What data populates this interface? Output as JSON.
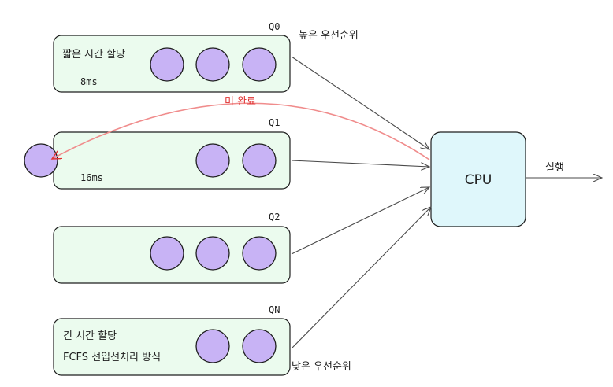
{
  "queues": [
    {
      "id": "Q0",
      "text_line1": "짧은 시간 할당",
      "text_line2": "8ms",
      "priority": "높은 우선순위",
      "process_count": 3
    },
    {
      "id": "Q1",
      "text_line1": "",
      "text_line2": "16ms",
      "priority": "",
      "process_count": 2
    },
    {
      "id": "Q2",
      "text_line1": "",
      "text_line2": "",
      "priority": "",
      "process_count": 3
    },
    {
      "id": "QN",
      "text_line1": "긴 시간 할당",
      "text_line2": "FCFS 선입선처리 방식",
      "priority": "낮은 우선순위",
      "process_count": 2
    }
  ],
  "cpu": {
    "label": "CPU"
  },
  "output": {
    "label": "실행"
  },
  "feedback": {
    "label": "미 완료"
  },
  "colors": {
    "queue_fill": "#ebfbee",
    "process_fill": "#c8b3f5",
    "cpu_fill": "#dff7fb",
    "feedback_arrow": "#f08c8c",
    "feedback_text": "#e03131"
  }
}
